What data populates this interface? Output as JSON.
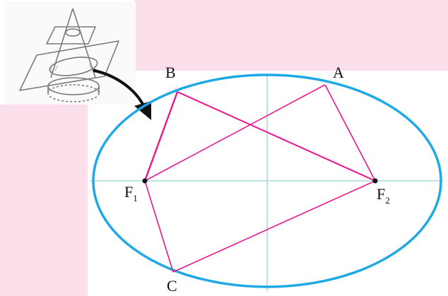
{
  "colors": {
    "panel": "#fbe0ec",
    "ellipse": "#1ea9e6",
    "axes": "#a9dcd8",
    "chords": "#e8178c",
    "focus_dot": "#111111",
    "cone_sketch": "#7a7a7a",
    "arrow": "#111111"
  },
  "icons": {
    "thumbnail": "cone-section-icon",
    "arrow": "curved-arrow-icon"
  },
  "labels": {
    "A": "A",
    "B": "B",
    "C": "C",
    "F1": {
      "main": "F",
      "sub": "1"
    },
    "F2": {
      "main": "F",
      "sub": "2"
    }
  }
}
